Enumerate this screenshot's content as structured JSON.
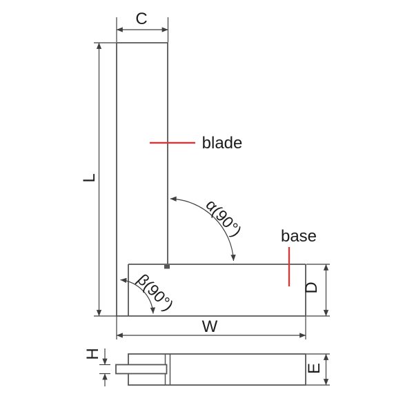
{
  "front_view": {
    "dims": {
      "c": "C",
      "l": "L",
      "w": "W",
      "d": "D"
    },
    "angles": {
      "alpha": "α(90°)",
      "beta": "β(90°)"
    },
    "parts": {
      "blade": "blade",
      "base": "base"
    }
  },
  "side_view": {
    "dims": {
      "h": "H",
      "e": "E"
    }
  },
  "colors": {
    "outline": "#555555",
    "dimension": "#3f3f3f",
    "text": "#1c1c1c",
    "leader_red": "#cf3a3a",
    "background": "#ffffff"
  }
}
